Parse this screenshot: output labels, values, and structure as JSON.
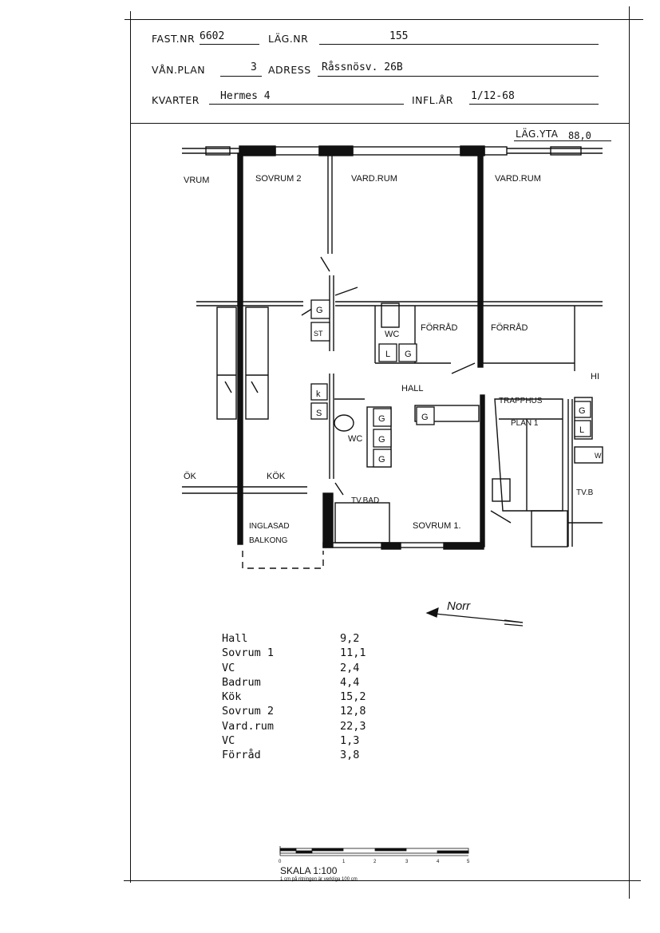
{
  "header": {
    "fast_nr_label": "FAST.NR",
    "fast_nr": "6602",
    "lag_nr_label": "LÄG.NR",
    "lag_nr": "155",
    "vaning_label": "VÅN.PLAN",
    "vaning": "3",
    "adress_label": "ADRESS",
    "adress": "Råssnösv. 26B",
    "kvarter_label": "KVARTER",
    "kvarter": "Hermes 4",
    "infl_label": "INFL.ÅR",
    "infl": "1/12-68",
    "lagyta_label": "LÄG.YTA",
    "lagyta": "88,0"
  },
  "plan_labels": {
    "sovrum_left": "VRUM",
    "sovrum2": "SOVRUM 2",
    "vardrum1": "VARD.RUM",
    "vardrum2": "VARD.RUM",
    "g1": "G",
    "st": "ST",
    "wc1": "WC",
    "forrad1": "FÖRRÅD",
    "forrad2": "FÖRRÅD",
    "l1": "L",
    "g2": "G",
    "hm": "HI",
    "hall": "HALL",
    "trapphus": "TRAPPHUS",
    "plan1": "PLAN 1",
    "k": "k",
    "s": "S",
    "g3": "G",
    "g4": "G",
    "g5": "G",
    "g6": "G",
    "wc2": "WC",
    "g7": "G",
    "l2": "L",
    "wm": "W",
    "kok_left": "ÖK",
    "kok": "KÖK",
    "tvbad": "TV.BAD",
    "tvb": "TV.B",
    "inglasad": "INGLASAD",
    "balkong": "BALKONG",
    "sovrum1": "SOVRUM 1."
  },
  "compass": {
    "label": "Norr"
  },
  "rooms": [
    {
      "name": "Hall",
      "area": "9,2"
    },
    {
      "name": "Sovrum 1",
      "area": "11,1"
    },
    {
      "name": "VC",
      "area": "2,4"
    },
    {
      "name": "Badrum",
      "area": "4,4"
    },
    {
      "name": "Kök",
      "area": "15,2"
    },
    {
      "name": "Sovrum 2",
      "area": "12,8"
    },
    {
      "name": "Vard.rum",
      "area": "22,3"
    },
    {
      "name": "VC",
      "area": "1,3"
    },
    {
      "name": "Förråd",
      "area": "3,8"
    }
  ],
  "scale": {
    "ticks": [
      "0",
      "1",
      "2",
      "3",
      "4",
      "5"
    ],
    "caption": "SKALA 1:100",
    "note": "1 cm på ritningen är verkliga 100 cm"
  }
}
